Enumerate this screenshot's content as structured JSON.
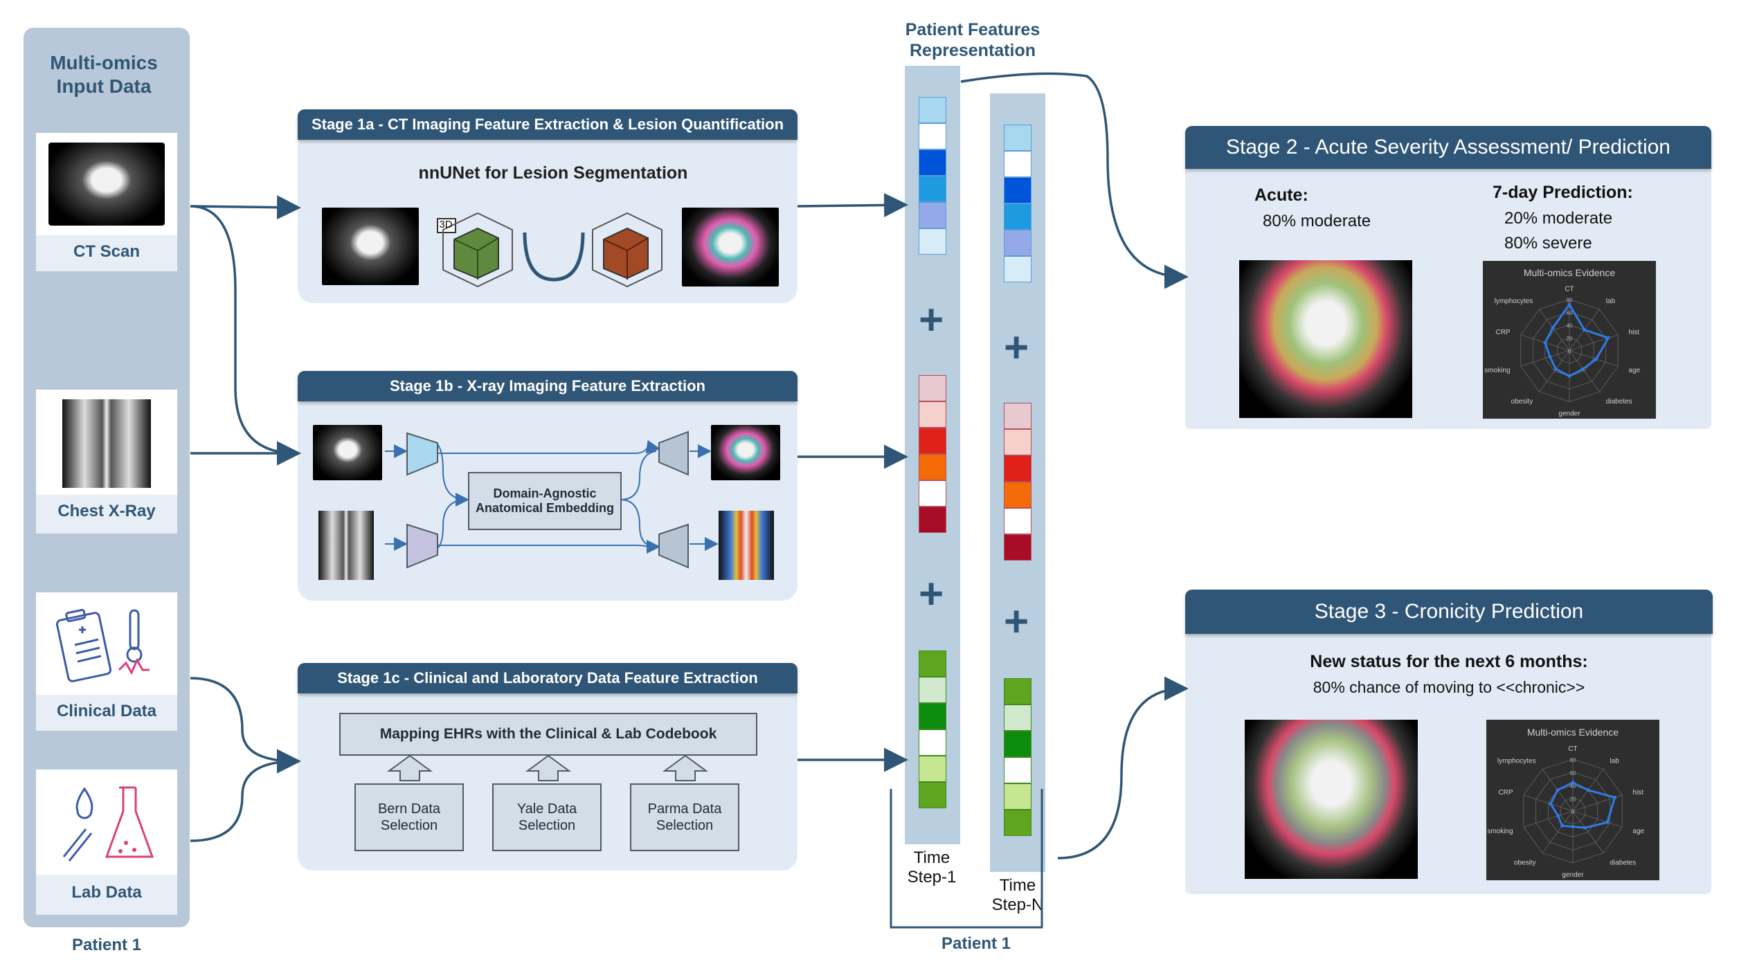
{
  "input": {
    "title": "Multi-omics Input Data",
    "footer": "Patient 1",
    "items": [
      {
        "label": "CT Scan"
      },
      {
        "label": "Chest X-Ray"
      },
      {
        "label": "Clinical Data"
      },
      {
        "label": "Lab Data"
      }
    ]
  },
  "stage1a": {
    "title": "Stage 1a - CT Imaging Feature Extraction & Lesion Quantification",
    "subtitle": "nnUNet for Lesion Segmentation",
    "badge": "3D"
  },
  "stage1b": {
    "title": "Stage 1b - X-ray Imaging Feature Extraction",
    "embedding": "Domain-Agnostic Anatomical Embedding"
  },
  "stage1c": {
    "title": "Stage 1c - Clinical and Laboratory Data Feature Extraction",
    "mapping": "Mapping EHRs with the Clinical & Lab Codebook",
    "selections": [
      "Bern Data Selection",
      "Yale Data Selection",
      "Parma Data Selection"
    ]
  },
  "features": {
    "title": "Patient Features Representation",
    "step1": "Time Step-1",
    "stepN": "Time Step-N",
    "footer": "Patient 1"
  },
  "stage2": {
    "title": "Stage 2 - Acute Severity Assessment/ Prediction",
    "acute_label": "Acute:",
    "acute_value": "80% moderate",
    "pred_label": "7-day Prediction:",
    "pred_1": "20% moderate",
    "pred_2": "80% severe",
    "radar_title": "Multi-omics Evidence"
  },
  "stage3": {
    "title": "Stage 3 - Cronicity Prediction",
    "line1": "New status for the next 6 months:",
    "line2": "80% chance of moving to <<chronic>>",
    "radar_title": "Multi-omics Evidence"
  },
  "radar": {
    "axes": [
      "CT",
      "lab",
      "hist",
      "age",
      "diabetes",
      "gender",
      "obesity",
      "smoking",
      "CRP",
      "lymphocytes"
    ],
    "ticks": [
      "80",
      "60",
      "40",
      "20",
      "0"
    ],
    "values_stage2": [
      0.9,
      0.5,
      0.8,
      0.55,
      0.45,
      0.5,
      0.45,
      0.4,
      0.5,
      0.55
    ],
    "values_stage3": [
      0.55,
      0.5,
      0.85,
      0.7,
      0.4,
      0.3,
      0.35,
      0.3,
      0.45,
      0.5
    ]
  },
  "colors": {
    "navy": "#2f5676",
    "panel": "#e2ebf5",
    "blue": "#0054d9",
    "red": "#e0201a",
    "green": "#0d8b0d"
  }
}
